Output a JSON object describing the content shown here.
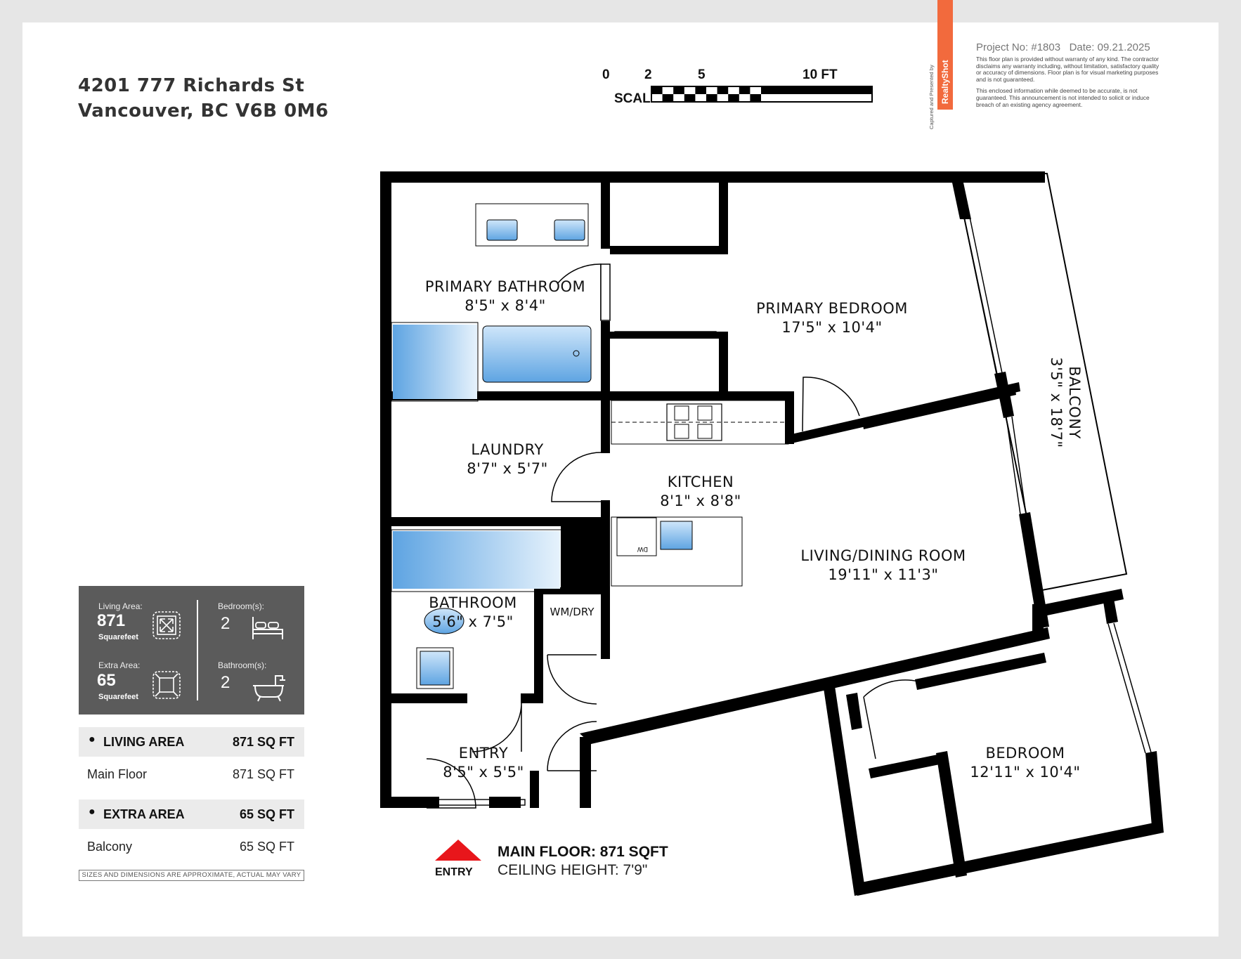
{
  "address": {
    "line1": "4201 777 Richards St",
    "line2": "Vancouver, BC V6B 0M6"
  },
  "scale": {
    "label": "SCALE:",
    "ticks": [
      "0",
      "2",
      "5",
      "10 FT"
    ]
  },
  "branding": {
    "captured_by": "Captured and Presented by",
    "logo_text": "RealtyShot",
    "accent_color": "#f26a3d"
  },
  "project": {
    "number_label": "Project No: #1803",
    "date_label": "Date: 09.21.2025"
  },
  "disclaimer": {
    "para1": "This floor plan is provided without warranty of any kind. The contractor disclaims any warranty including, without limitation, satisfactory quality or accuracy of dimensions. Floor plan is for visual marketing purposes and is not guaranteed.",
    "para2": "This enclosed information while deemed to be accurate, is not guaranteed. This announcement is not intended to solicit or induce breach of an existing agency agreement."
  },
  "stats": {
    "living_area": {
      "label": "Living Area:",
      "value": "871",
      "unit": "Squarefeet",
      "icon": "expand-arrows-icon"
    },
    "bedrooms": {
      "label": "Bedroom(s):",
      "value": "2",
      "icon": "bed-icon"
    },
    "extra_area": {
      "label": "Extra Area:",
      "value": "65",
      "unit": "Squarefeet",
      "icon": "compress-arrows-icon"
    },
    "bathrooms": {
      "label": "Bathroom(s):",
      "value": "2",
      "icon": "bathtub-icon"
    }
  },
  "area_table": {
    "living_header": {
      "label": "LIVING AREA",
      "value": "871 SQ FT"
    },
    "living_rows": [
      {
        "label": "Main Floor",
        "value": "871 SQ FT"
      }
    ],
    "extra_header": {
      "label": "EXTRA AREA",
      "value": "65 SQ FT"
    },
    "extra_rows": [
      {
        "label": "Balcony",
        "value": "65 SQ FT"
      }
    ],
    "footnote": "SIZES AND DIMENSIONS ARE APPROXIMATE, ACTUAL MAY VARY"
  },
  "rooms": {
    "primary_bathroom": {
      "name": "PRIMARY BATHROOM",
      "dims": "8'5\" x 8'4\""
    },
    "primary_bedroom": {
      "name": "PRIMARY BEDROOM",
      "dims": "17'5\" x 10'4\""
    },
    "balcony": {
      "name": "BALCONY",
      "dims": "3'5\" x 18'7\""
    },
    "laundry": {
      "name": "LAUNDRY",
      "dims": "8'7\" x 5'7\""
    },
    "kitchen": {
      "name": "KITCHEN",
      "dims": "8'1\" x 8'8\""
    },
    "living_dining": {
      "name": "LIVING/DINING ROOM",
      "dims": "19'11\" x 11'3\""
    },
    "bathroom": {
      "name": "BATHROOM",
      "dims": "5'6\" x 7'5\""
    },
    "wm_dry": {
      "name": "WM/DRY"
    },
    "entry": {
      "name": "ENTRY",
      "dims": "8'5\" x 5'5\""
    },
    "bedroom": {
      "name": "BEDROOM",
      "dims": "12'11\" x 10'4\""
    }
  },
  "appliances": {
    "dishwasher": "DW"
  },
  "entry_marker": {
    "label": "ENTRY",
    "color": "#e8161b"
  },
  "floor_info": {
    "title": "MAIN FLOOR: 871 SQFT",
    "ceiling": "CEILING HEIGHT: 7'9\""
  },
  "colors": {
    "fixture_blue": "#6aaee6",
    "panel_gray": "#5b5b5b"
  }
}
